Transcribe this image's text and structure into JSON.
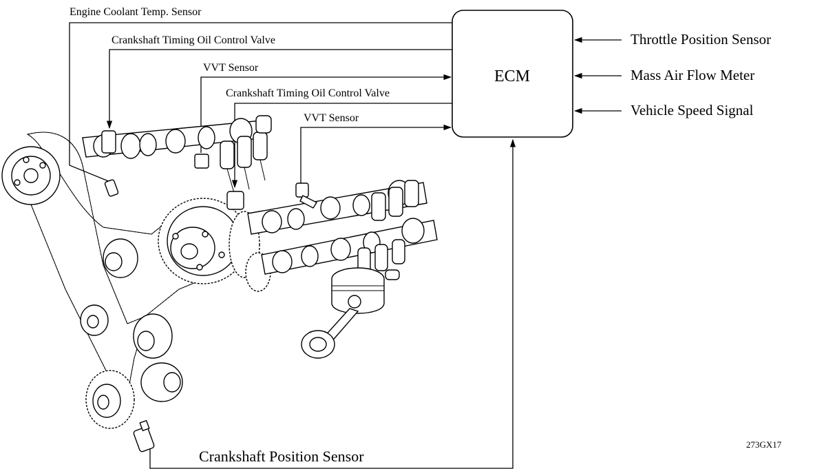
{
  "diagram": {
    "ecm_label": "ECM",
    "labels": {
      "coolant": "Engine Coolant Temp. Sensor",
      "ocv1": "Crankshaft Timing Oil Control Valve",
      "vvt1": "VVT Sensor",
      "ocv2": "Crankshaft Timing Oil Control Valve",
      "vvt2": "VVT Sensor",
      "crank_pos": "Crankshaft Position Sensor"
    },
    "inputs": {
      "throttle": "Throttle Position Sensor",
      "maf": "Mass Air Flow Meter",
      "vss": "Vehicle Speed Signal"
    },
    "figure_code": "273GX17"
  }
}
